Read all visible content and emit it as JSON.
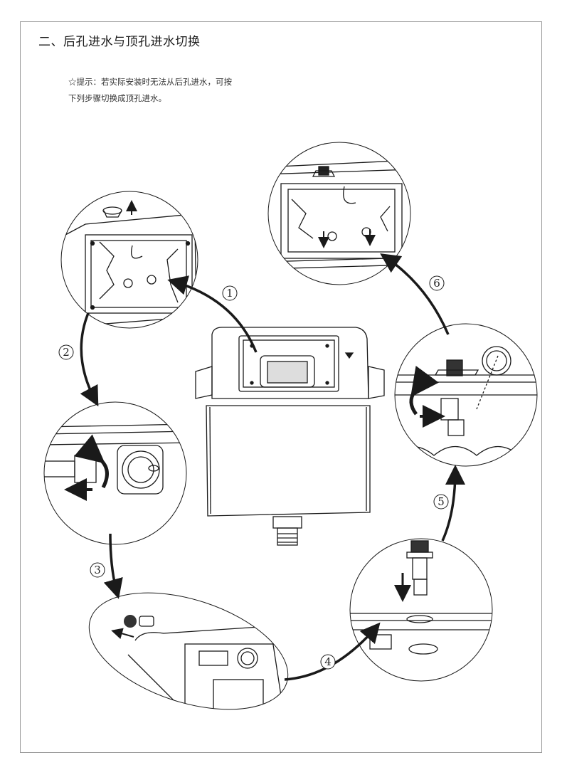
{
  "document": {
    "section_title": "二、后孔进水与顶孔进水切换",
    "tip_line_1": "☆提示：若实际安装时无法从后孔进水，可按",
    "tip_line_2": "下列步骤切换成顶孔进水。"
  },
  "steps": [
    {
      "number": "1"
    },
    {
      "number": "2"
    },
    {
      "number": "3"
    },
    {
      "number": "4"
    },
    {
      "number": "5"
    },
    {
      "number": "6"
    }
  ],
  "colors": {
    "line": "#1a1a1a",
    "frame": "#9a9a9a",
    "background": "#ffffff"
  }
}
